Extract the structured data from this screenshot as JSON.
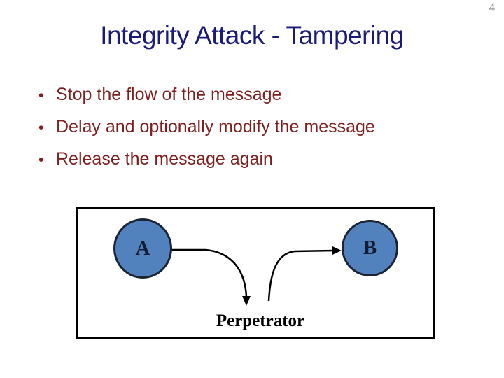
{
  "slide": {
    "page_number": "4",
    "title": "Integrity Attack - Tampering",
    "bullet_glyph": "•",
    "bullets": [
      "Stop the flow of the message",
      "Delay and optionally modify the message",
      "Release the message again"
    ],
    "diagram": {
      "node_a_label": "A",
      "node_b_label": "B",
      "perpetrator_label": "Perpetrator"
    },
    "colors": {
      "title_text": "#1a1a78",
      "bullet_text": "#7e1f1f",
      "node_fill": "#5282bd",
      "node_border": "#1c2434",
      "box_border": "#000000",
      "arrow": "#000000",
      "page_number_text": "#8a8a8a"
    }
  }
}
